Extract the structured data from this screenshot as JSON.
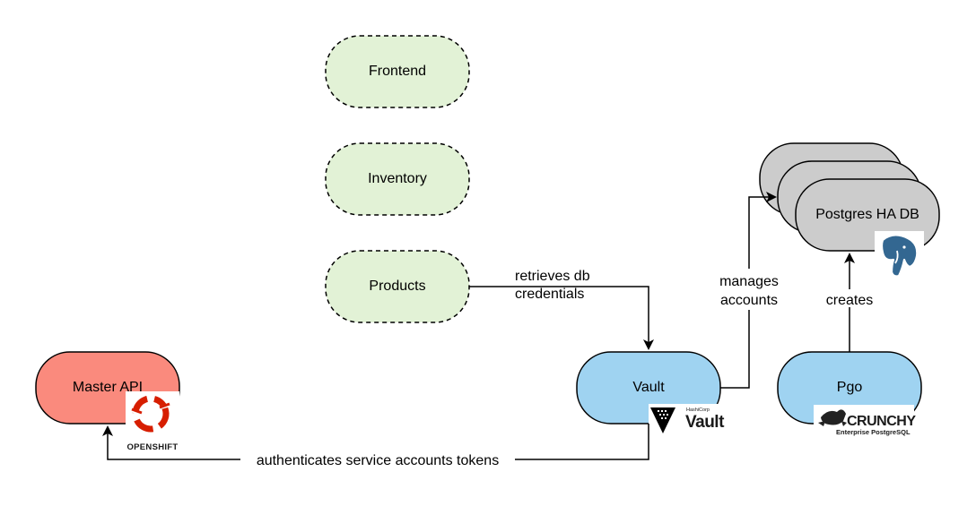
{
  "colors": {
    "service_fill": "#e2f2d6",
    "master_fill": "#fa8a7d",
    "vault_fill": "#9fd3f1",
    "db_fill": "#cccccc",
    "openshift_red": "#d71e00",
    "stroke": "#000000"
  },
  "nodes": {
    "frontend": {
      "label": "Frontend"
    },
    "inventory": {
      "label": "Inventory"
    },
    "products": {
      "label": "Products"
    },
    "master_api": {
      "label": "Master API"
    },
    "vault": {
      "label": "Vault"
    },
    "pgo": {
      "label": "Pgo"
    },
    "postgres": {
      "label": "Postgres HA DB"
    }
  },
  "edges": {
    "products_vault": {
      "line1": "retrieves db",
      "line2": "credentials"
    },
    "vault_postgres": {
      "line1": "manages",
      "line2": "accounts"
    },
    "pgo_postgres": {
      "label": "creates"
    },
    "vault_master": {
      "label": "authenticates service accounts tokens"
    }
  },
  "logos": {
    "openshift": {
      "icon": "openshift-logo",
      "text": "OPENSHIFT"
    },
    "vault": {
      "icon": "vault-logo",
      "small_text": "HashiCorp",
      "text": "Vault"
    },
    "crunchy": {
      "icon": "crunchy-logo",
      "text": "CRUNCHY",
      "subtext": "Enterprise PostgreSQL"
    },
    "postgres": {
      "icon": "postgresql-elephant-logo"
    }
  }
}
